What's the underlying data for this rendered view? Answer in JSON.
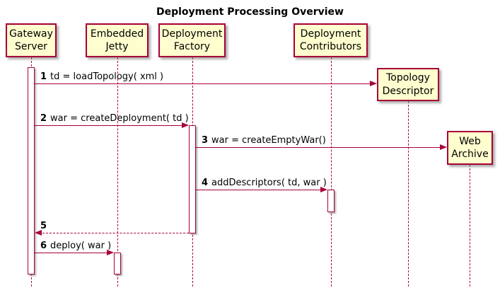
{
  "title": "Deployment Processing Overview",
  "colors": {
    "participant_fill": "#FEFECE",
    "line_and_border": "#A80036",
    "text": "#000000",
    "background": "#FFFFFF"
  },
  "participants": [
    {
      "label": "Gateway\nServer"
    },
    {
      "label": "Embedded\nJetty"
    },
    {
      "label": "Deployment\nFactory"
    },
    {
      "label": "Deployment\nContributors"
    }
  ],
  "created_participants": [
    {
      "label": "Topology\nDescriptor"
    },
    {
      "label": "Web\nArchive"
    }
  ],
  "messages": [
    {
      "num": "1",
      "text": "td = loadTopology( xml )"
    },
    {
      "num": "2",
      "text": "war = createDeployment( td )"
    },
    {
      "num": "3",
      "text": "war = createEmptyWar()"
    },
    {
      "num": "4",
      "text": "addDescriptors( td, war )"
    },
    {
      "num": "5",
      "text": ""
    },
    {
      "num": "6",
      "text": "deploy( war )"
    }
  ]
}
